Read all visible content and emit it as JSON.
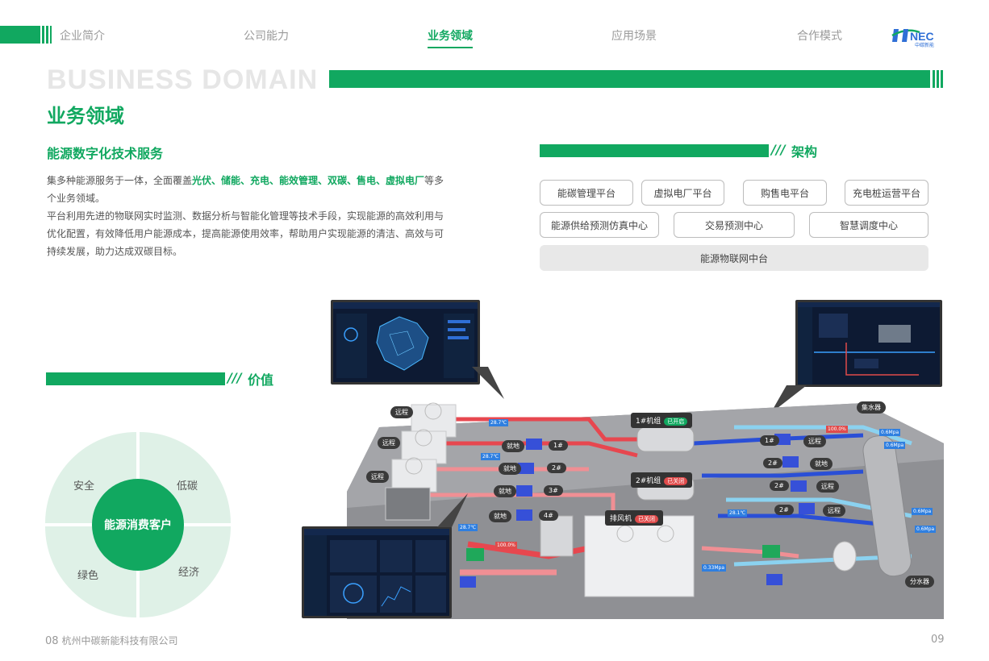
{
  "nav": {
    "items": [
      "企业简介",
      "公司能力",
      "业务领域",
      "应用场景",
      "合作模式"
    ],
    "active_index": 2
  },
  "logo": {
    "text": "HNEC",
    "sub": "中碳新能"
  },
  "header": {
    "en_title": "BUSINESS DOMAIN",
    "cn_title": "业务领域"
  },
  "intro": {
    "subtitle": "能源数字化技术服务",
    "p1_a": "集多种能源服务于一体，全面覆盖",
    "p1_highlight": "光伏、储能、充电、能效管理、双碳、售电、虚拟电厂",
    "p1_b": "等多个业务领域。",
    "p2": "平台利用先进的物联网实时监测、数据分析与智能化管理等技术手段，实现能源的高效利用与优化配置，有效降低用户能源成本，提高能源使用效率，帮助用户实现能源的清洁、高效与可持续发展，助力达成双碳目标。"
  },
  "architecture": {
    "heading": "架构",
    "row1": [
      "能碳管理平台",
      "虚拟电厂平台",
      "购售电平台",
      "充电桩运营平台"
    ],
    "row2": [
      "能源供给预测仿真中心",
      "交易预测中心",
      "智慧调度中心"
    ],
    "base": "能源物联网中台"
  },
  "value": {
    "heading": "价值",
    "center": "能源消费客户",
    "items": [
      "安全",
      "低碳",
      "绿色",
      "经济"
    ]
  },
  "diagram": {
    "labels": {
      "remote": "远程",
      "local": "就地",
      "unit1": "1#机组",
      "unit2": "2#机组",
      "fan": "排风机",
      "collector": "集水器",
      "distributor": "分水器",
      "on": "已开启",
      "off": "已关闭",
      "n1": "1#",
      "n2": "2#",
      "n3": "3#",
      "n4": "4#"
    },
    "readings": [
      "28.7℃",
      "0.6Mpa",
      "100.0%",
      "0.33Mpa",
      "28.1℃"
    ]
  },
  "footer": {
    "left_page": "08",
    "company": "杭州中碳新能科技有限公司",
    "right_page": "09"
  },
  "colors": {
    "brand": "#11a860",
    "light": "#dff1e7"
  }
}
